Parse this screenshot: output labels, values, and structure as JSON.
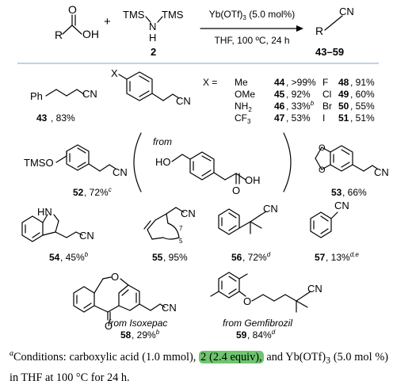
{
  "scheme": {
    "reagent_left": "R",
    "reagent_right": "TMS",
    "reagent_left_tms": "TMS",
    "reagent_n": "N",
    "reagent_h": "H",
    "reagent_o": "O",
    "reagent_oh": "OH",
    "plus": "+",
    "reagent2_label": "2",
    "condition_top": "Yb(OTf)3 (5.0 mol%)",
    "condition_bottom": "THF, 100 ºC, 24 h",
    "product_r": "R",
    "product_cn": "CN",
    "product_label": "43–59"
  },
  "substituent_table": {
    "header": "X =",
    "left": [
      {
        "x": "Me",
        "num": "44",
        "yield": ", >99%"
      },
      {
        "x": "OMe",
        "num": "45",
        "yield": ", 92%"
      },
      {
        "x": "NH2",
        "num": "46",
        "yield": ", 33%",
        "note": "b"
      },
      {
        "x": "CF3",
        "num": "47",
        "yield": ", 53%"
      }
    ],
    "right": [
      {
        "x": "F",
        "num": "48",
        "yield": ", 91%"
      },
      {
        "x": "Cl",
        "num": "49",
        "yield": ", 60%"
      },
      {
        "x": "Br",
        "num": "50",
        "yield": ", 55%"
      },
      {
        "x": "I",
        "num": "51",
        "yield": ", 51%"
      }
    ]
  },
  "compounds": {
    "c43": {
      "num": "43",
      "yield": ", 83%",
      "ph": "Ph",
      "cn": "CN"
    },
    "cx": {
      "x": "X",
      "cn": "CN"
    },
    "c52": {
      "num": "52",
      "yield": ", 72%",
      "note": "c",
      "tmso": "TMSO",
      "cn": "CN"
    },
    "from_label": "from",
    "from_ho": "HO",
    "from_o": "O",
    "from_oh": "OH",
    "c53": {
      "num": "53",
      "yield": ", 66%",
      "cn": "CN"
    },
    "c54": {
      "num": "54",
      "yield": ", 45%",
      "note": "b",
      "hn": "HN",
      "cn": "CN"
    },
    "c55": {
      "num": "55",
      "yield": ", 95%",
      "cn": "CN",
      "n1": "7",
      "n2": "5"
    },
    "c56": {
      "num": "56",
      "yield": ", 72%",
      "note": "d",
      "cn": "CN"
    },
    "c57": {
      "num": "57",
      "yield": ", 13%",
      "note": "d,e",
      "cn": "CN"
    },
    "c58": {
      "num": "58",
      "yield": ", 29%",
      "note": "b",
      "o": "O",
      "cn": "CN",
      "from": "from Isoxepac"
    },
    "c59": {
      "num": "59",
      "yield": ", 84%",
      "note": "d",
      "o": "O",
      "cn": "CN",
      "from": "from Gemfibrozil"
    }
  },
  "footnote": {
    "mark": "a",
    "part1": "Conditions: carboxylic acid (1.0 mmol), ",
    "highlight": "2 (2.4 equiv),",
    "part2": " and Yb(OTf)",
    "sub": "3",
    "part3": " (5.0 mol %) in THF at 100 °C for 24 h."
  },
  "colors": {
    "divider": "#7fa6cc",
    "highlight": "#6fc56f"
  }
}
